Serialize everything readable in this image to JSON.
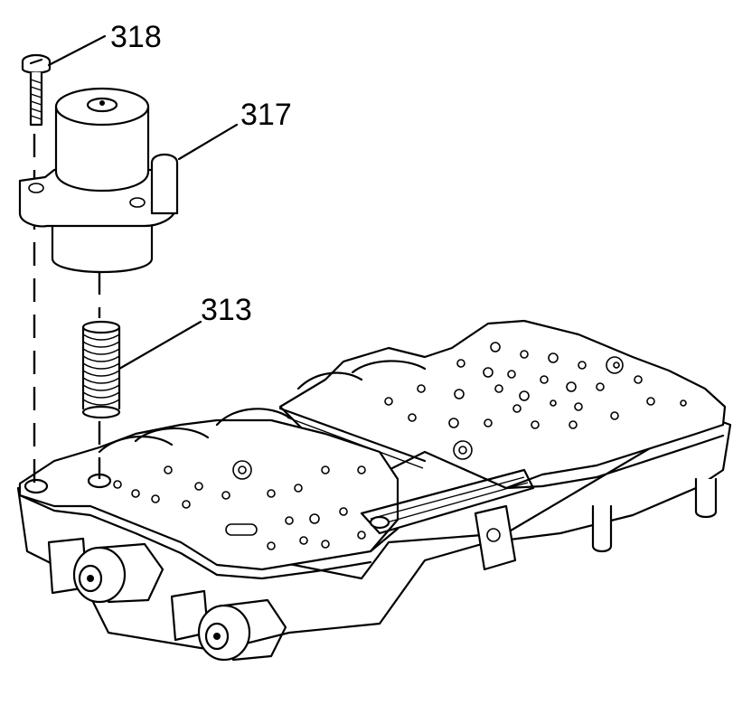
{
  "callouts": {
    "c318": "318",
    "c317": "317",
    "c313": "313"
  },
  "parts": {
    "bolt": "bolt-icon",
    "solenoid": "solenoid-icon",
    "spring": "spring-icon",
    "valve_body": "valve-body-icon"
  },
  "colors": {
    "line": "#000000",
    "background": "#ffffff"
  }
}
